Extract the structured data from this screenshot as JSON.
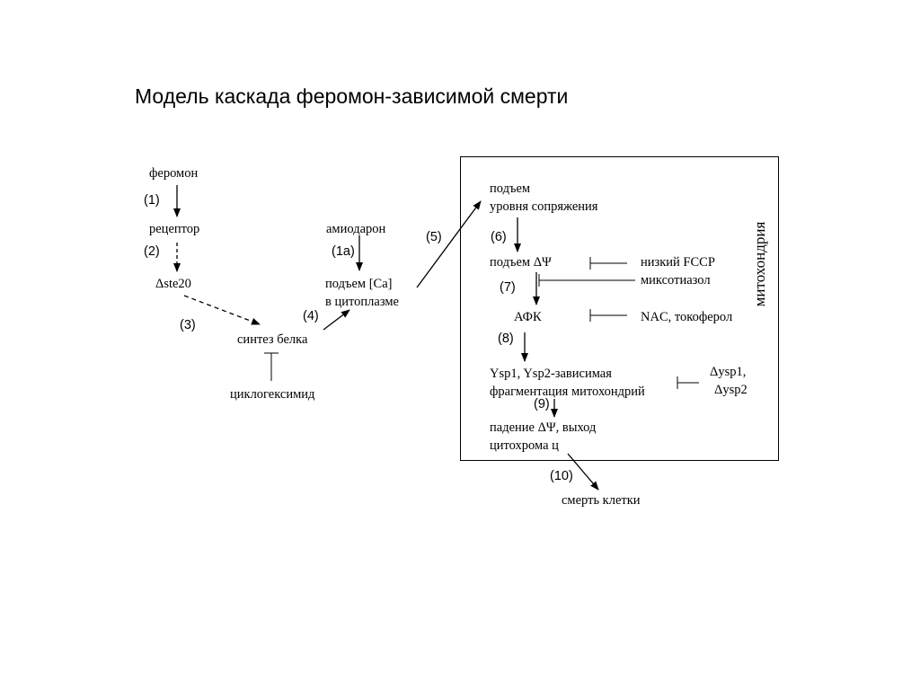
{
  "title": "Модель каскада феромон-зависимой смерти",
  "nodes": {
    "pheromone": "феромон",
    "receptor": "рецептор",
    "ste20": "Δste20",
    "protein_synthesis": "синтез белка",
    "cycloheximide": "циклогексимид",
    "amiodarone": "амиодарон",
    "ca_rise_1": "подъем [Ca]",
    "ca_rise_2": "в цитоплазме",
    "coupling_1": "подъем",
    "coupling_2": "уровня сопряжения",
    "psi_rise": "подъем ΔΨ",
    "low_fccp": "низкий FCCP",
    "myxothiazol": "миксотиазол",
    "ros": "АФК",
    "nac": "NAC, токоферол",
    "ysp_1": "Ysp1, Ysp2-зависимая",
    "ysp_2": "фрагментация митохондрий",
    "dysp_1": "Δysp1,",
    "dysp_2": "Δysp2",
    "psi_drop_1": "падение ΔΨ, выход",
    "psi_drop_2": "цитохрома ц",
    "cell_death": "смерть клетки"
  },
  "steps": {
    "s1": "(1)",
    "s1a": "(1a)",
    "s2": "(2)",
    "s3": "(3)",
    "s4": "(4)",
    "s5": "(5)",
    "s6": "(6)",
    "s7": "(7)",
    "s8": "(8)",
    "s9": "(9)",
    "s10": "(10)"
  },
  "mitochondria_label": "митохондрия"
}
